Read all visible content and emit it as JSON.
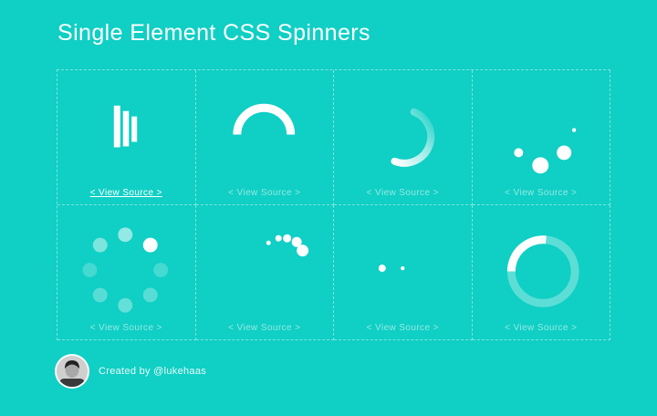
{
  "page": {
    "title": "Single Element CSS Spinners",
    "background_color": "#10CFC4",
    "text_color": "#FFFFFF"
  },
  "grid": {
    "border_color": "rgba(255,255,255,0.45)",
    "cells": [
      {
        "spinner": "bars-spinner",
        "link_label": "< View Source >",
        "hovered": true
      },
      {
        "spinner": "half-arc-spinner",
        "link_label": "< View Source >",
        "hovered": false
      },
      {
        "spinner": "fading-arc-spinner",
        "link_label": "< View Source >",
        "hovered": false
      },
      {
        "spinner": "bouncing-dots-spinner",
        "link_label": "< View Source >",
        "hovered": false
      },
      {
        "spinner": "dotted-ring-spinner",
        "link_label": "< View Source >",
        "hovered": false
      },
      {
        "spinner": "growing-dots-arc-spinner",
        "link_label": "< View Source >",
        "hovered": false
      },
      {
        "spinner": "dot-pulse-spinner",
        "link_label": "< View Source >",
        "hovered": false
      },
      {
        "spinner": "ring-segment-spinner",
        "link_label": "< View Source >",
        "hovered": false
      }
    ]
  },
  "footer": {
    "credit": "Created by @lukehaas",
    "avatar_alt": "lukehaas-avatar"
  }
}
